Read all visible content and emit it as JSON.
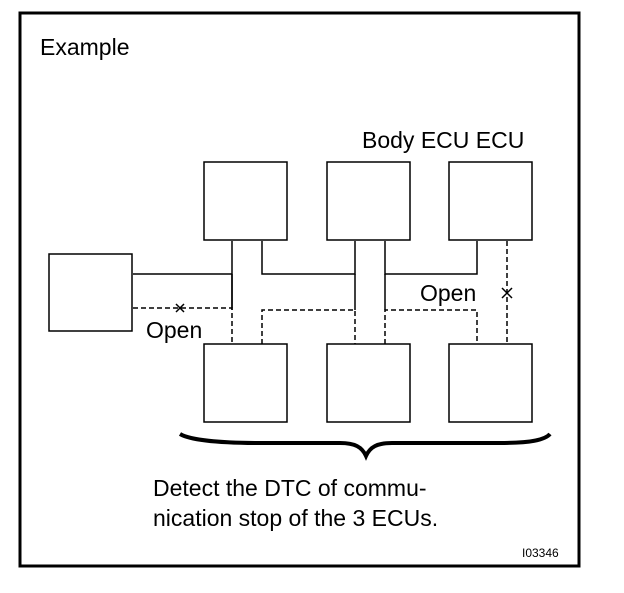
{
  "title": "Example",
  "ecu_label": "Body ECU ECU",
  "open_label_left": "Open",
  "open_label_right": "Open",
  "caption_line1": "Detect the DTC of commu-",
  "caption_line2": "nication stop of the 3 ECUs.",
  "figure_code": "I03346",
  "colors": {
    "line": "#000000",
    "background": "#ffffff"
  }
}
